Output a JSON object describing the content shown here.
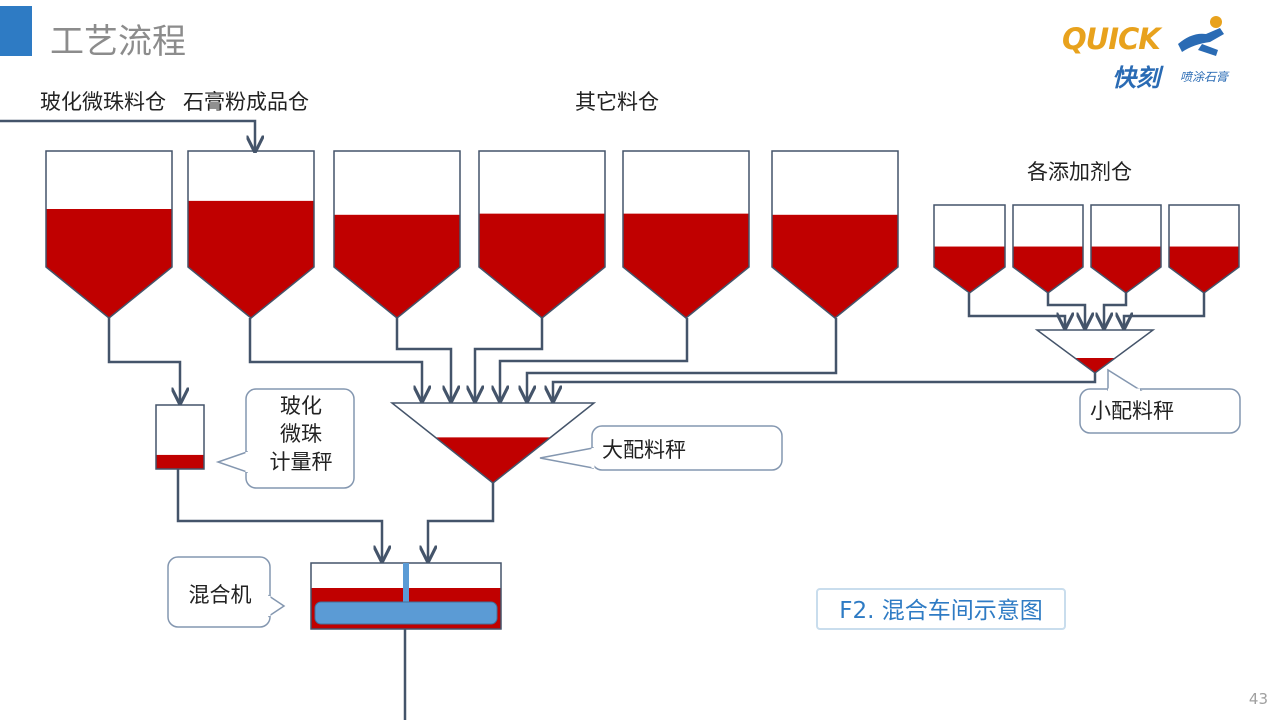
{
  "header": {
    "title": "工艺流程",
    "accent_color": "#2E7BC4"
  },
  "logo": {
    "word": "QUICK",
    "cn": "快刻",
    "sub": "喷涂石膏"
  },
  "labels": {
    "perlite_silo": "玻化微珠料仓",
    "gypsum_silo": "石膏粉成品仓",
    "other_silos": "其它料仓",
    "additive_silos": "各添加剂仓"
  },
  "callouts": {
    "perlite_scale": "玻化\n微珠\n计量秤",
    "large_scale": "大配料秤",
    "small_scale": "小配料秤",
    "mixer": "混合机"
  },
  "caption": "F2. 混合车间示意图",
  "page_number": "43",
  "colors": {
    "material": "#C00000",
    "outline": "#44546A",
    "mixer_blade": "#5B9BD5",
    "callout_border": "#8497B0"
  },
  "fill_levels": {
    "large_silos": [
      0.5,
      0.57,
      0.45,
      0.46,
      0.46,
      0.45
    ],
    "small_silos": [
      0.33,
      0.33,
      0.33,
      0.33
    ],
    "large_scale": 0.57,
    "small_scale": 0.35,
    "perlite_scale": 0.22
  }
}
